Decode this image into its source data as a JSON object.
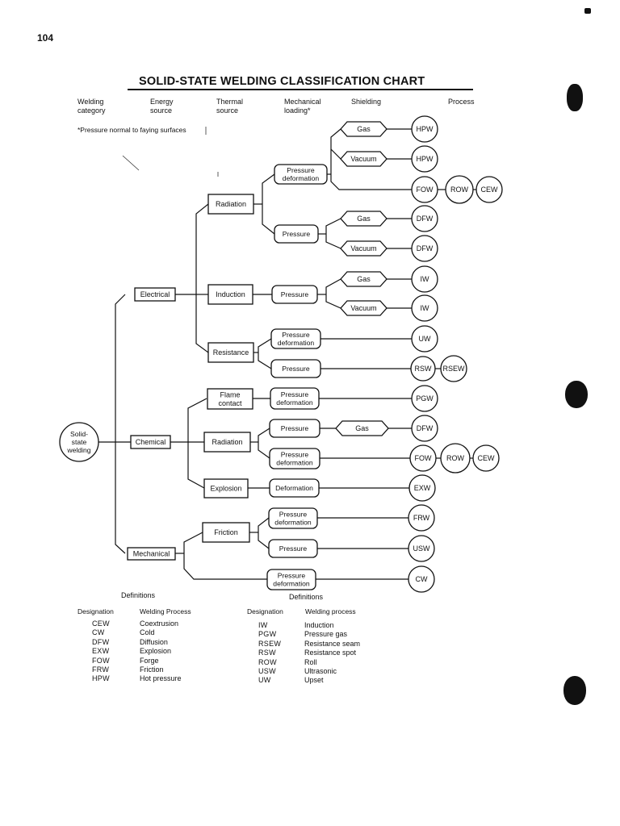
{
  "page_number": "104",
  "title": "SOLID-STATE WELDING CLASSIFICATION CHART",
  "columns": [
    [
      "Welding",
      "category"
    ],
    [
      "Energy",
      "source"
    ],
    [
      "Thermal",
      "source"
    ],
    [
      "Mechanical",
      "loading*"
    ],
    [
      "Shielding"
    ],
    [
      "Process"
    ]
  ],
  "footnote": "*Pressure normal to faying surfaces",
  "nodes": {
    "root": [
      "Solid-",
      "state",
      "welding"
    ],
    "electrical": [
      "Electrical"
    ],
    "chemical": [
      "Chemical"
    ],
    "mechanical": [
      "Mechanical"
    ],
    "radiation1": [
      "Radiation"
    ],
    "induction": [
      "Induction"
    ],
    "resistance": [
      "Resistance"
    ],
    "flame_contact": [
      "Flame",
      "contact"
    ],
    "radiation2": [
      "Radiation"
    ],
    "explosion": [
      "Explosion"
    ],
    "friction": [
      "Friction"
    ],
    "pressure_deformation": [
      "Pressure",
      "deformation"
    ],
    "pressure": [
      "Pressure"
    ],
    "deformation": [
      "Deformation"
    ],
    "gas": [
      "Gas"
    ],
    "vacuum": [
      "Vacuum"
    ]
  },
  "processes": {
    "HPW": "HPW",
    "FOW": "FOW",
    "ROW": "ROW",
    "CEW": "CEW",
    "DFW": "DFW",
    "IW": "IW",
    "UW": "UW",
    "RSW": "RSW",
    "RSEW": "RSEW",
    "PGW": "PGW",
    "EXW": "EXW",
    "FRW": "FRW",
    "USW": "USW",
    "CW": "CW"
  },
  "definitions_left": {
    "heading": "Definitions",
    "col_designation": "Designation",
    "col_process": "Welding Process",
    "rows": [
      [
        "CEW",
        "Coextrusion"
      ],
      [
        "CW",
        "Cold"
      ],
      [
        "DFW",
        "Diffusion"
      ],
      [
        "EXW",
        "Explosion"
      ],
      [
        "FOW",
        "Forge"
      ],
      [
        "FRW",
        "Friction"
      ],
      [
        "HPW",
        "Hot pressure"
      ]
    ]
  },
  "definitions_right": {
    "heading": "Definitions",
    "col_designation": "Designation",
    "col_process": "Welding process",
    "rows": [
      [
        "IW",
        "Induction"
      ],
      [
        "PGW",
        "Pressure gas"
      ],
      [
        "RSEW",
        "Resistance seam"
      ],
      [
        "RSW",
        "Resistance spot"
      ],
      [
        "ROW",
        "Roll"
      ],
      [
        "USW",
        "Ultrasonic"
      ],
      [
        "UW",
        "Upset"
      ]
    ]
  }
}
